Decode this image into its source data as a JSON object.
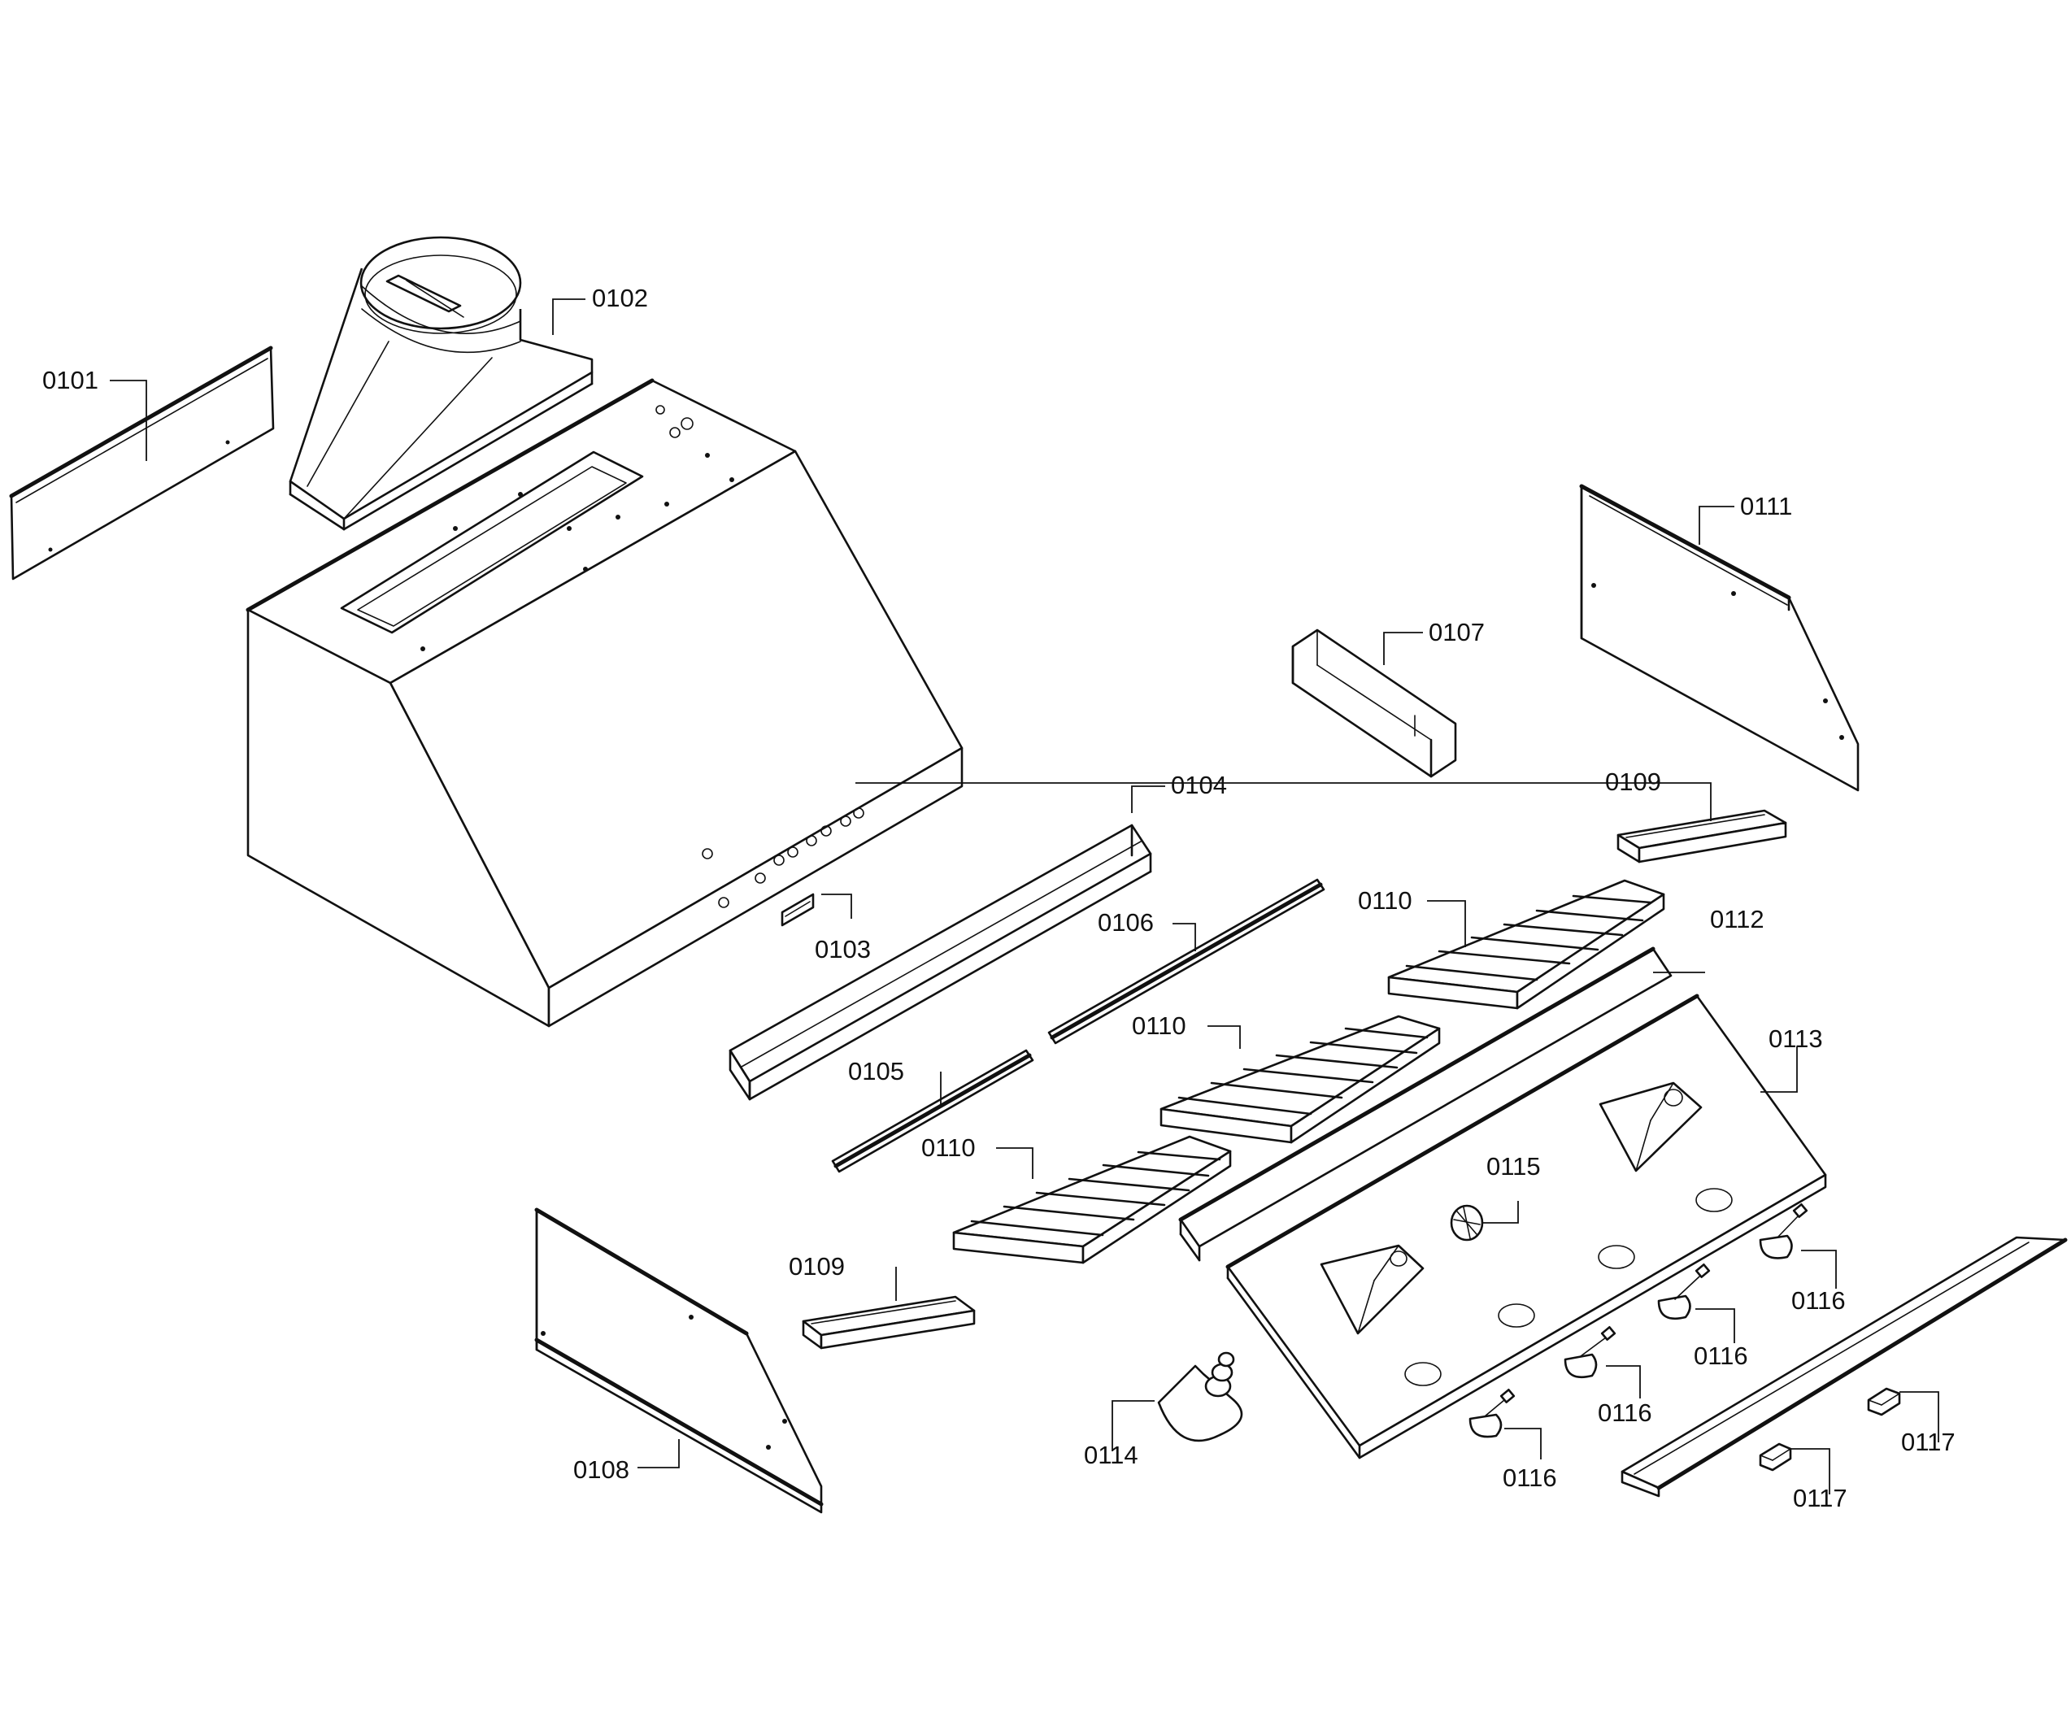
{
  "labels": {
    "p0101": "0101",
    "p0102": "0102",
    "p0103": "0103",
    "p0104": "0104",
    "p0105": "0105",
    "p0106": "0106",
    "p0107": "0107",
    "p0108": "0108",
    "p0109": "0109",
    "p0110": "0110",
    "p0111": "0111",
    "p0112": "0112",
    "p0113": "0113",
    "p0114": "0114",
    "p0115": "0115",
    "p0116": "0116",
    "p0117": "0117"
  }
}
